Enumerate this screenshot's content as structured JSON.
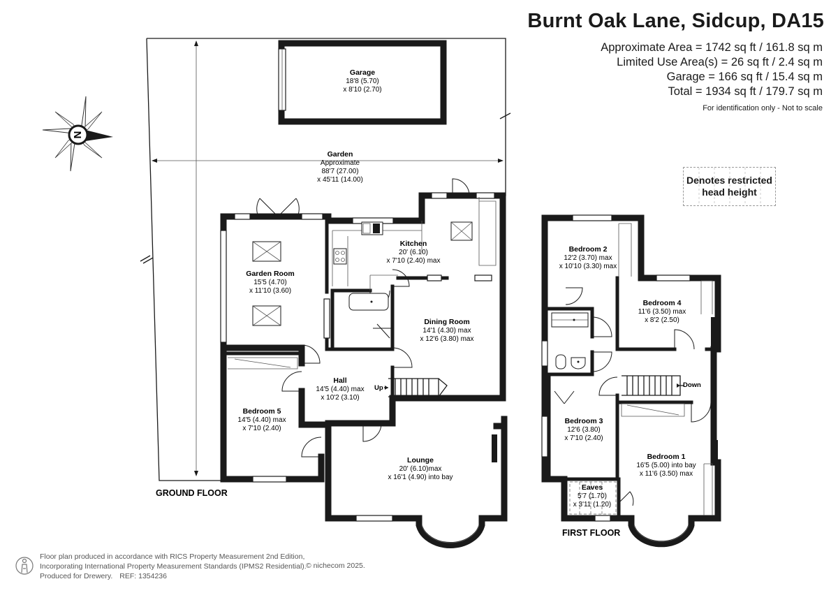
{
  "header": {
    "title": "Burnt Oak Lane, Sidcup, DA15",
    "areas": [
      "Approximate Area = 1742 sq ft / 161.8 sq m",
      "Limited Use Area(s) = 26 sq ft / 2.4 sq m",
      "Garage = 166 sq ft / 15.4 sq m",
      "Total = 1934 sq ft / 179.7 sq m"
    ],
    "note": "For identification only - Not to scale"
  },
  "legend": {
    "restricted_line1": "Denotes restricted",
    "restricted_line2": "head height"
  },
  "compass": {
    "letter": "N",
    "icon": "compass-rose-icon"
  },
  "ground_floor": {
    "label": "GROUND FLOOR",
    "rooms": {
      "garage": {
        "name": "Garage",
        "dim1": "18'8 (5.70)",
        "dim2": "x 8'10 (2.70)"
      },
      "garden": {
        "name": "Garden",
        "dim1": "Approximate",
        "dim2": "88'7 (27.00)",
        "dim3": "x 45'11 (14.00)"
      },
      "garden_room": {
        "name": "Garden Room",
        "dim1": "15'5 (4.70)",
        "dim2": "x 11'10 (3.60)"
      },
      "kitchen": {
        "name": "Kitchen",
        "dim1": "20' (6.10)",
        "dim2": "x 7'10 (2.40) max"
      },
      "dining_room": {
        "name": "Dining Room",
        "dim1": "14'1 (4.30) max",
        "dim2": "x 12'6 (3.80) max"
      },
      "hall": {
        "name": "Hall",
        "dim1": "14'5 (4.40) max",
        "dim2": "x 10'2 (3.10)"
      },
      "bedroom5": {
        "name": "Bedroom 5",
        "dim1": "14'5 (4.40) max",
        "dim2": "x 7'10 (2.40)"
      },
      "lounge": {
        "name": "Lounge",
        "dim1": "20' (6.10)max",
        "dim2": "x 16'1 (4.90) into bay"
      }
    },
    "stairs_label": "Up"
  },
  "first_floor": {
    "label": "FIRST FLOOR",
    "rooms": {
      "bedroom2": {
        "name": "Bedroom 2",
        "dim1": "12'2 (3.70) max",
        "dim2": "x 10'10 (3.30) max"
      },
      "bedroom4": {
        "name": "Bedroom 4",
        "dim1": "11'6 (3.50) max",
        "dim2": "x 8'2 (2.50)"
      },
      "bedroom3": {
        "name": "Bedroom 3",
        "dim1": "12'6 (3.80)",
        "dim2": "x 7'10 (2.40)"
      },
      "bedroom1": {
        "name": "Bedroom 1",
        "dim1": "16'5 (5.00) into bay",
        "dim2": "x 11'6 (3.50) max"
      },
      "eaves": {
        "name": "Eaves",
        "dim1": "5'7 (1.70)",
        "dim2": "x 3'11 (1.20)"
      }
    },
    "stairs_label": "Down"
  },
  "footer": {
    "line1": "Floor plan produced in accordance with RICS Property Measurement 2nd Edition,",
    "line2": "Incorporating International Property Measurement Standards (IPMS2 Residential).",
    "line3a": "Produced for Drewery.",
    "line3b": "REF: 1354236",
    "copyright": "© nichecom 2025."
  }
}
